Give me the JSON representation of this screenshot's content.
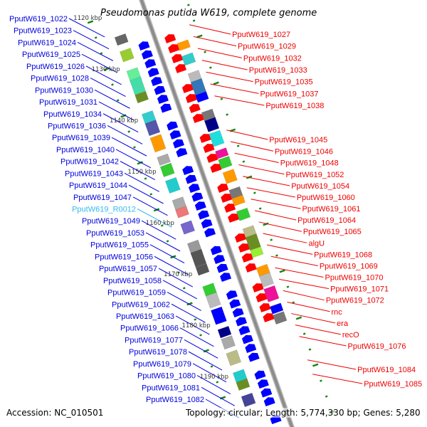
{
  "title": "Pseudomonas putida W619, complete genome",
  "footer": {
    "accession": "Accession: NC_010501",
    "summary": "Topology: circular; Length: 5,774,330 bp; Genes: 5,280"
  },
  "colors": {
    "forward_label": "#0000dd",
    "reverse_label": "#ee0000",
    "rna_label": "#33bbee",
    "forward_gene": "#0000ff",
    "reverse_gene": "#ff0000",
    "backbone": "#8c8c8c",
    "tick": "#118811"
  },
  "scale_ticks": [
    "1120 kbp",
    "1130 kbp",
    "1140 kbp",
    "1150 kbp",
    "1160 kbp",
    "1170 kbp",
    "1180 kbp",
    "1190 kbp"
  ],
  "forward_labels": [
    "PputW619_1022",
    "PputW619_1023",
    "PputW619_1024",
    "PputW619_1025",
    "PputW619_1026",
    "PputW619_1028",
    "PputW619_1030",
    "PputW619_1031",
    "PputW619_1034",
    "PputW619_1036",
    "PputW619_1039",
    "PputW619_1040",
    "PputW619_1042",
    "PputW619_1043",
    "PputW619_1044",
    "PputW619_1047",
    "PputW619_R0012",
    "PputW619_1049",
    "PputW619_1053",
    "PputW619_1055",
    "PputW619_1056",
    "PputW619_1057",
    "PputW619_1058",
    "PputW619_1059",
    "PputW619_1062",
    "PputW619_1063",
    "PputW619_1066",
    "PputW619_1077",
    "PputW619_1078",
    "PputW619_1079",
    "PputW619_1080",
    "PputW619_1081",
    "PputW619_1082"
  ],
  "reverse_labels": [
    "PputW619_1027",
    "PputW619_1029",
    "PputW619_1032",
    "PputW619_1033",
    "PputW619_1035",
    "PputW619_1037",
    "PputW619_1038",
    "PputW619_1045",
    "PputW619_1046",
    "PputW619_1048",
    "PputW619_1052",
    "PputW619_1054",
    "PputW619_1060",
    "PputW619_1061",
    "PputW619_1064",
    "PputW619_1065",
    "algU",
    "PputW619_1068",
    "PputW619_1069",
    "PputW619_1070",
    "PputW619_1071",
    "PputW619_1072",
    "rnc",
    "era",
    "recO",
    "PputW619_1076",
    "PputW619_1084",
    "PputW619_1085"
  ],
  "cog_colors_forward": [
    "#666666",
    "#99cc33",
    "#66ee99",
    "#44ddaa",
    "#6b8e23",
    "#33cccc",
    "#5555aa",
    "#ff9900",
    "#aaaaaa",
    "#33cc33",
    "#22cccc",
    "#aaaaaa",
    "#ee7777",
    "#7766cc",
    "#999999",
    "#555555",
    "#555555",
    "#33cc33",
    "#bbbbbb",
    "#0000ff",
    "#000088",
    "#aaaaaa",
    "#bbbb88",
    "#22cccc",
    "#6b8e23",
    "#444499"
  ],
  "cog_colors_reverse": [
    "#ff9900",
    "#33cccc",
    "#bbbbbb",
    "#3377bb",
    "#0000ff",
    "#777777",
    "#000088",
    "#22dddd",
    "#ee1199",
    "#33cc33",
    "#ff9900",
    "#777777",
    "#ff9900",
    "#33cc33",
    "#bbbb88",
    "#6b8e23",
    "#99ee33",
    "#ff9900",
    "#bbbbbb",
    "#ee1199",
    "#0000ff",
    "#777777"
  ]
}
